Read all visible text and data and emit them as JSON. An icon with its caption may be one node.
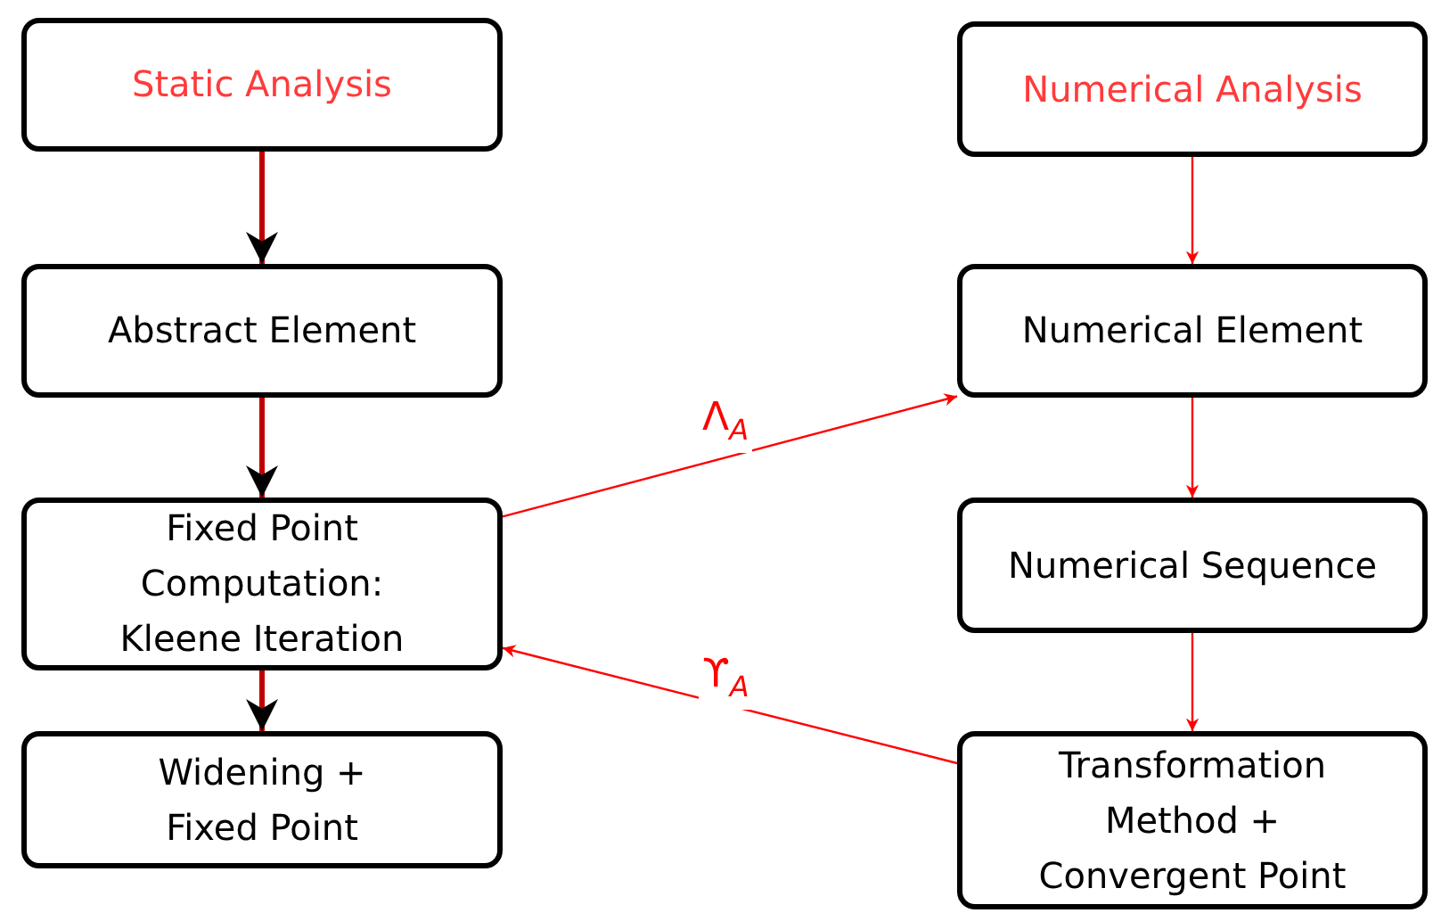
{
  "diagram": {
    "nodes": [
      {
        "text": [
          "Static Analysis"
        ]
      },
      {
        "text": [
          "Abstract Element"
        ]
      },
      {
        "text": [
          "Fixed Point Computation: Kleene Iteration"
        ]
      },
      {
        "text": [
          "Widening + Fixed Point"
        ]
      },
      {
        "text": [
          "Numerical Analysis"
        ]
      },
      {
        "text": [
          "Numerical Element"
        ]
      },
      {
        "text": [
          "Numerical Sequence"
        ]
      },
      {
        "text": [
          "Transformation Method + Convergent Point"
        ]
      }
    ],
    "edges": [
      {
        "from": 0,
        "to": 1,
        "arrow": "to",
        "style": "thick",
        "color": "#c00000"
      },
      {
        "from": 1,
        "to": 2,
        "arrow": "to",
        "style": "thick",
        "color": "#c00000"
      },
      {
        "from": 2,
        "to": 3,
        "arrow": "to",
        "style": "thick",
        "color": "#c00000"
      },
      {
        "from": 4,
        "to": 5,
        "arrow": "to"
      },
      {
        "from": 5,
        "to": 6,
        "arrow": "to"
      },
      {
        "from": 6,
        "to": 7,
        "arrow": "to"
      },
      {
        "from": 2,
        "to": 5,
        "arrow": "to",
        "label": "Λ$_{A}$"
      },
      {
        "from": 7,
        "to": 2,
        "arrow": "to",
        "label": "ϒ$_{A}$"
      }
    ]
  }
}
